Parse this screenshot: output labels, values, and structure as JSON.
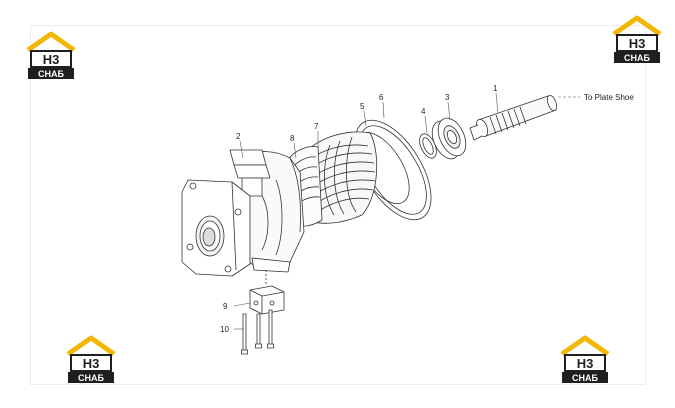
{
  "diagram": {
    "note": "To Plate Shoe",
    "callouts": [
      "1",
      "2",
      "3",
      "4",
      "5",
      "6",
      "7",
      "8",
      "9",
      "10"
    ]
  },
  "logo": {
    "big_text": "H3",
    "small_text": "СНАБ",
    "colors": {
      "accent": "#f2b705",
      "dark": "#1f1f1f"
    }
  }
}
